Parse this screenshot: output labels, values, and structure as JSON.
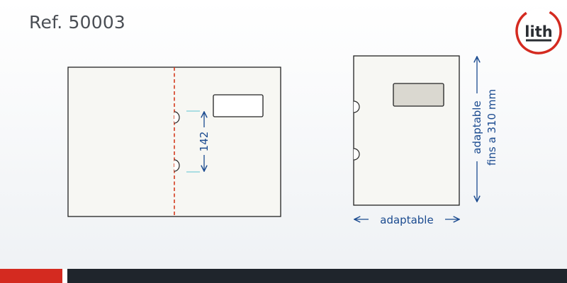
{
  "header": {
    "reference": "Ref. 50003"
  },
  "logo": {
    "text": "lith",
    "ring_color": "#d42a20",
    "text_color": "#2a2e33"
  },
  "left_panel": {
    "hole_spacing_label": "142",
    "perforation_color": "#d43a1e"
  },
  "right_panel": {
    "width_label": "adaptable",
    "height_label_line1": "adaptable",
    "height_label_line2": "fins a 310 mm"
  },
  "colors": {
    "paper": "#f7f7f3",
    "outline": "#222222",
    "dimension": "#1a4a8f",
    "window_fill": "#dad8d0",
    "guide": "#5ec4d2",
    "footer_red": "#d42a20",
    "footer_dark": "#1f252c"
  }
}
